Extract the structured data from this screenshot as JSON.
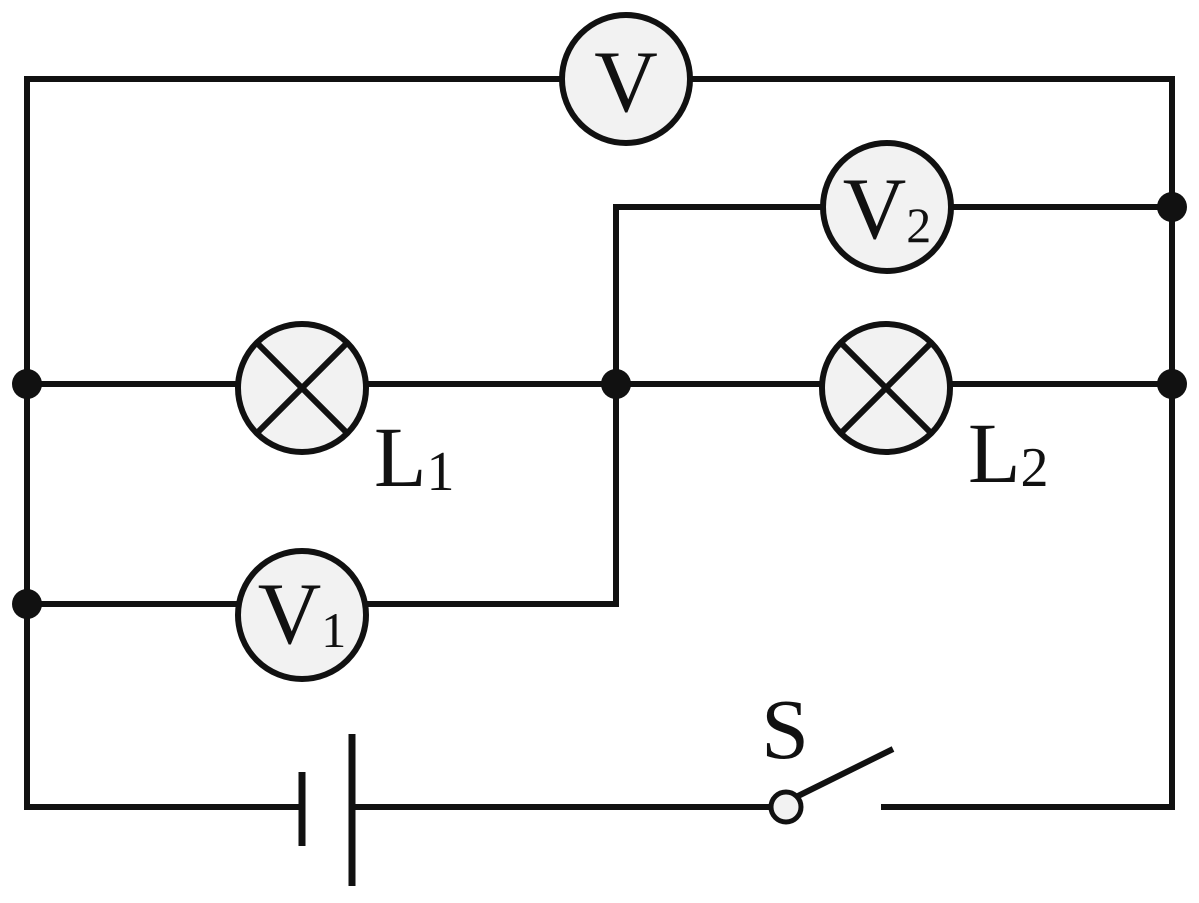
{
  "diagram": {
    "meters": {
      "v": {
        "letter": "V",
        "subscript": ""
      },
      "v1": {
        "letter": "V",
        "subscript": "1"
      },
      "v2": {
        "letter": "V",
        "subscript": "2"
      }
    },
    "lamps": {
      "l1": {
        "letter": "L",
        "subscript": "1"
      },
      "l2": {
        "letter": "L",
        "subscript": "2"
      }
    },
    "switch": {
      "letter": "S"
    },
    "colors": {
      "line": "#111111",
      "component_fill": "#f2f2f2",
      "background": "#ffffff"
    }
  }
}
